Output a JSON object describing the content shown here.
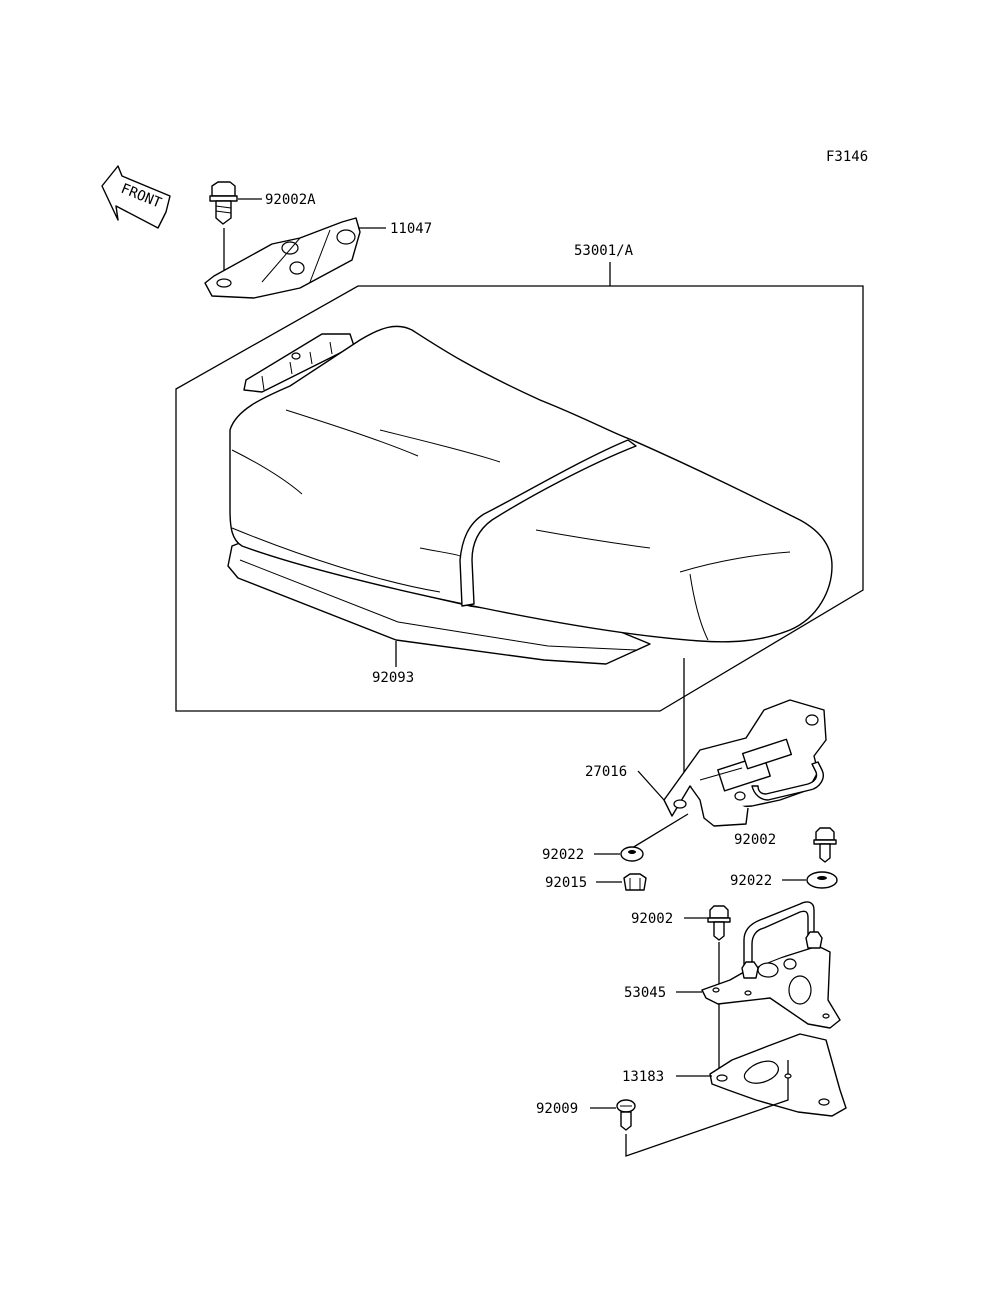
{
  "figure_code": "F3146",
  "front_label": "FRONT",
  "callouts": {
    "p92002A": "92002A",
    "p11047": "11047",
    "p53001A": "53001/A",
    "p92093": "92093",
    "p27016": "27016",
    "p92022_left": "92022",
    "p92015": "92015",
    "p92002_right": "92002",
    "p92022_right": "92022",
    "p92002_mid": "92002",
    "p53045": "53045",
    "p13183": "13183",
    "p92009": "92009"
  }
}
